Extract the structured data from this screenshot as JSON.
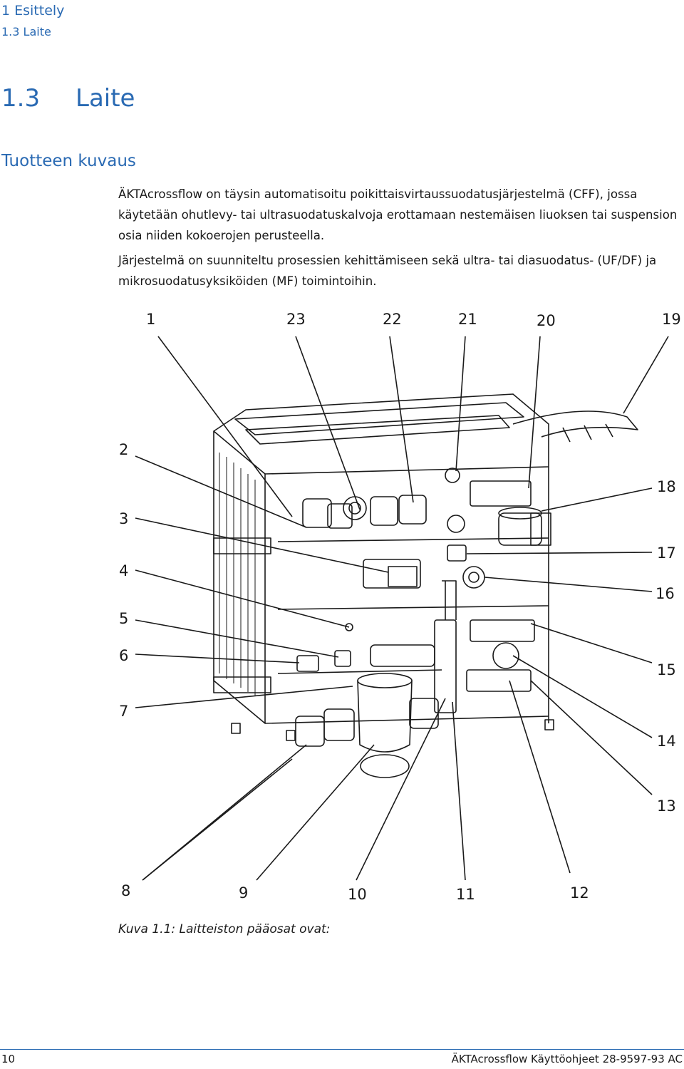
{
  "header": {
    "chapter": "1  Esittely",
    "section": "1.3  Laite"
  },
  "section_title": {
    "number": "1.3",
    "label": "Laite"
  },
  "subheading": "Tuotteen kuvaus",
  "paragraphs": [
    "ÄKTAcrossflow on täysin automatisoitu poikittaisvirtaussuodatusjärjestelmä (CFF), jossa käytetään ohutlevy- tai ultrasuodatuskalvoja erottamaan nestemäisen liuoksen tai suspension osia niiden kokoerojen perusteella.",
    "Järjestelmä on suunniteltu prosessien kehittämiseen sekä ultra- tai diasuodatus- (UF/DF) ja mikrosuodatusyksiköiden (MF) toimintoihin."
  ],
  "figure": {
    "callouts": {
      "c1": "1",
      "c2": "2",
      "c3": "3",
      "c4": "4",
      "c5": "5",
      "c6": "6",
      "c7": "7",
      "c8": "8",
      "c9": "9",
      "c10": "10",
      "c11": "11",
      "c12": "12",
      "c13": "13",
      "c14": "14",
      "c15": "15",
      "c16": "16",
      "c17": "17",
      "c18": "18",
      "c19": "19",
      "c20": "20",
      "c21": "21",
      "c22": "22",
      "c23": "23"
    },
    "caption": "Kuva 1.1: Laitteiston pääosat ovat:"
  },
  "footer": {
    "page_number": "10",
    "document": "ÄKTAcrossflow Käyttöohjeet 28-9597-93 AC"
  }
}
